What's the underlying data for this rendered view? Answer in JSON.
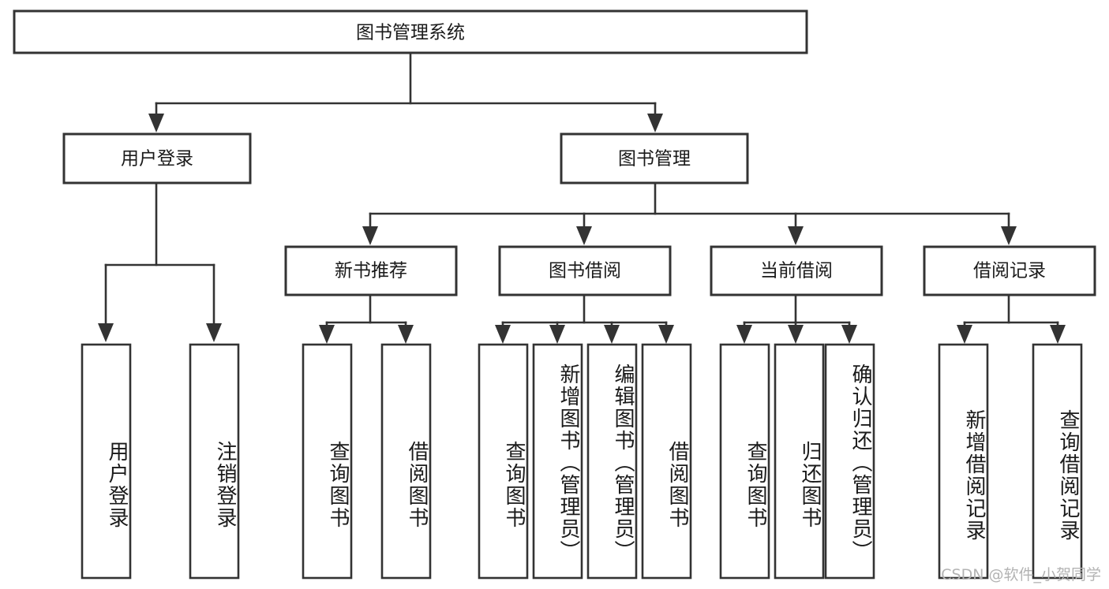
{
  "diagram": {
    "title": "图书管理系统",
    "type": "tree",
    "watermark": "CSDN @软件_小贺同学",
    "colors": {
      "box_stroke": "#333333",
      "box_fill": "#ffffff",
      "text": "#1a1a1a",
      "connector": "#333333",
      "watermark": "#b3b3b3",
      "background": "#ffffff"
    },
    "root": {
      "label": "图书管理系统"
    },
    "level2": [
      {
        "label": "用户登录"
      },
      {
        "label": "图书管理"
      }
    ],
    "level3": [
      {
        "label": "新书推荐"
      },
      {
        "label": "图书借阅"
      },
      {
        "label": "当前借阅"
      },
      {
        "label": "借阅记录"
      }
    ],
    "leaves": {
      "user_login": [
        {
          "label": "用户登录"
        },
        {
          "label": "注销登录"
        }
      ],
      "new_book_recommend": [
        {
          "label": "查询图书"
        },
        {
          "label": "借阅图书"
        }
      ],
      "book_borrow": [
        {
          "label": "查询图书"
        },
        {
          "label": "新增图书（管理员）"
        },
        {
          "label": "编辑图书（管理员）"
        },
        {
          "label": "借阅图书"
        }
      ],
      "current_borrow": [
        {
          "label": "查询图书"
        },
        {
          "label": "归还图书"
        },
        {
          "label": "确认归还（管理员）"
        }
      ],
      "borrow_record": [
        {
          "label": "新增借阅记录"
        },
        {
          "label": "查询借阅记录"
        }
      ]
    }
  }
}
